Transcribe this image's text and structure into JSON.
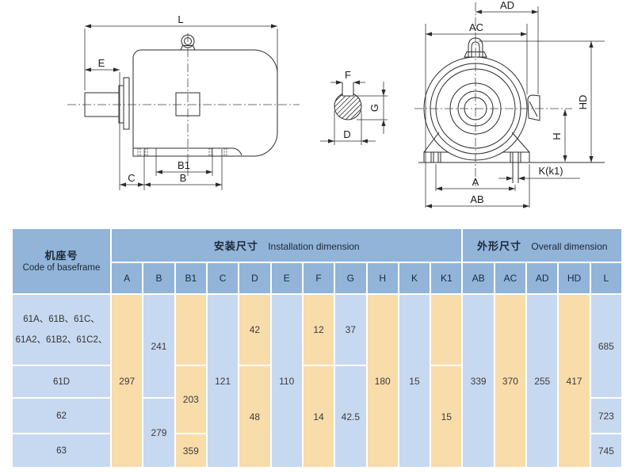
{
  "colors": {
    "header_bg": "#92b4d9",
    "column_tan": "#f8dcaa",
    "column_blue": "#c7d9f0",
    "line": "#2b2b2b"
  },
  "drawing": {
    "labels": {
      "L": "L",
      "E": "E",
      "C": "C",
      "B": "B",
      "B1": "B1",
      "F": "F",
      "G": "G",
      "D": "D",
      "AD": "AD",
      "AC": "AC",
      "HD": "HD",
      "H": "H",
      "K_k1": "K(k1)",
      "A": "A",
      "AB": "AB"
    }
  },
  "table": {
    "header": {
      "baseframe_zh": "机座号",
      "baseframe_en": "Code of baseframe",
      "installation_zh": "安装尺寸",
      "installation_en": "Installation dimension",
      "overall_zh": "外形尺寸",
      "overall_en": "Overall dimension",
      "columns": [
        "A",
        "B",
        "B1",
        "C",
        "D",
        "E",
        "F",
        "G",
        "H",
        "K",
        "K1",
        "AB",
        "AC",
        "AD",
        "HD",
        "L"
      ]
    },
    "rows": {
      "r1": {
        "label": "61A、61B、61C、\n61A2、61B2、61C2、",
        "A": "297",
        "B": "241",
        "B1": "",
        "C": "121",
        "D": "42",
        "E": "110",
        "F": "12",
        "G": "37",
        "H": "180",
        "K": "15",
        "K1": "",
        "AB": "339",
        "AC": "370",
        "AD": "255",
        "HD": "417",
        "L": "685"
      },
      "r2": {
        "label": "61D",
        "B1": "203",
        "D": "48",
        "F": "14",
        "G": "42.5",
        "K1": "15"
      },
      "r3": {
        "label": "62",
        "B": "279",
        "L": "723"
      },
      "r4": {
        "label": "63",
        "B1": "359",
        "L": "745"
      }
    }
  }
}
